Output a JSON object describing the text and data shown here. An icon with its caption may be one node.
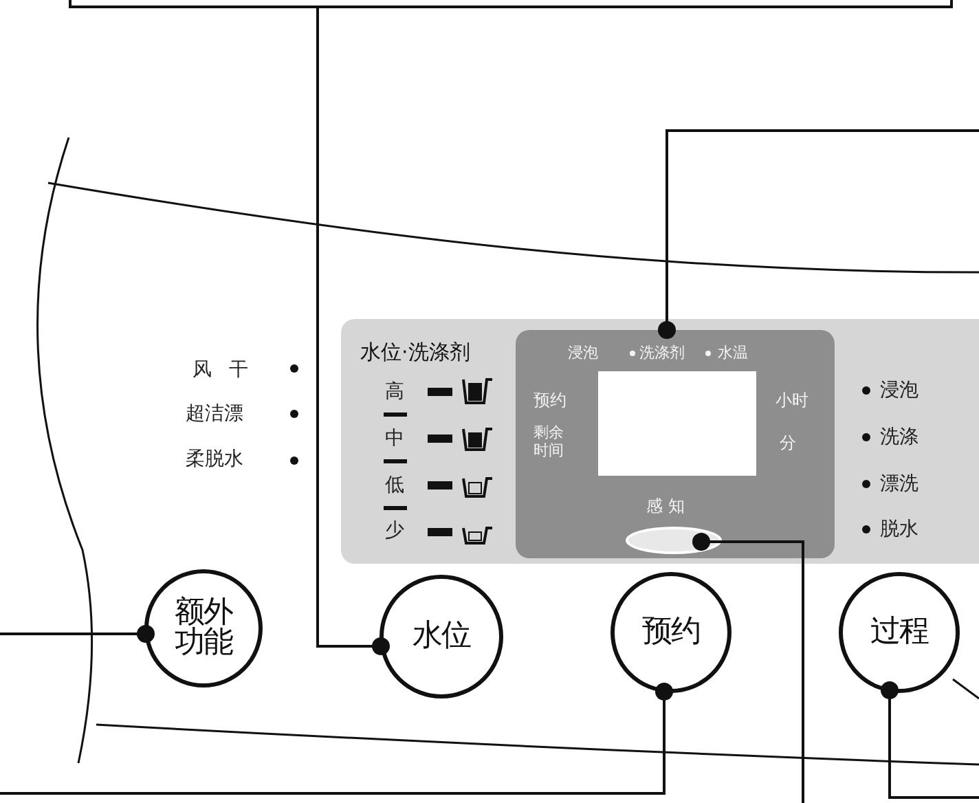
{
  "diagram": {
    "nodes": [
      {
        "text": [],
        "shape": "box"
      },
      {
        "text": [
          "额外功能"
        ]
      },
      {
        "text": [
          "水位"
        ]
      },
      {
        "text": [
          "预约"
        ]
      },
      {
        "text": [
          "过程"
        ]
      },
      {
        "text": [],
        "shape": "box"
      },
      {
        "text": [],
        "shape": "ellipse",
        "in": 5,
        "beside": [
          "感 知"
        ]
      },
      {
        "text": [],
        "shape": "box",
        "in": 5
      }
    ],
    "edges": [
      {
        "from": 0,
        "to": 2,
        "arrow": "other"
      },
      {
        "from": null,
        "to": 1,
        "arrow": "other"
      },
      {
        "from": null,
        "to": 3,
        "arrow": "other"
      },
      {
        "from": null,
        "to": 4,
        "arrow": "other"
      },
      {
        "from": null,
        "to": 5,
        "arrow": "other"
      },
      {
        "from": null,
        "to": 6,
        "arrow": "other"
      }
    ],
    "labels": [
      "风 干",
      "超洁漂",
      "柔脱水",
      "水位·洗涤剂",
      "高",
      "中",
      "低",
      "少",
      "浸泡",
      "洗涤剂",
      "水温",
      "预约",
      "小时",
      "剩余时间",
      "分",
      "浸泡",
      "洗涤",
      "漂洗",
      "脱水"
    ]
  }
}
